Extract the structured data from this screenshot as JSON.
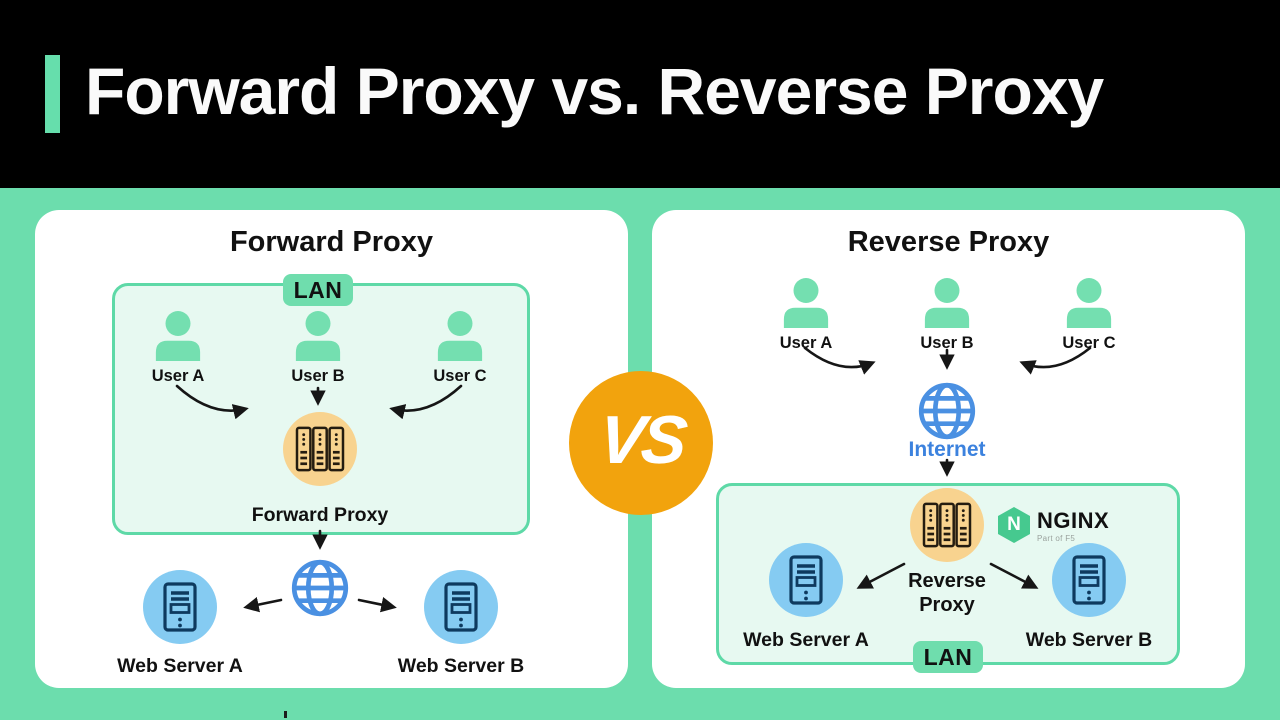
{
  "header": {
    "title": "Forward Proxy vs. Reverse Proxy"
  },
  "vs_badge": {
    "label": "VS"
  },
  "forward": {
    "title": "Forward Proxy",
    "lan_label": "LAN",
    "users": [
      {
        "label": "User A"
      },
      {
        "label": "User B"
      },
      {
        "label": "User C"
      }
    ],
    "proxy_label": "Forward Proxy",
    "servers": [
      {
        "label": "Web Server A"
      },
      {
        "label": "Web Server B"
      }
    ]
  },
  "reverse": {
    "title": "Reverse Proxy",
    "lan_label": "LAN",
    "users": [
      {
        "label": "User A"
      },
      {
        "label": "User B"
      },
      {
        "label": "User C"
      }
    ],
    "internet_label": "Internet",
    "proxy_label_line1": "Reverse",
    "proxy_label_line2": "Proxy",
    "nginx": {
      "initial": "N",
      "name": "NGINX",
      "tagline": "Part of F5"
    },
    "servers": [
      {
        "label": "Web Server A"
      },
      {
        "label": "Web Server B"
      }
    ]
  },
  "colors": {
    "background_teal": "#6CDDAD",
    "header_black": "#000000",
    "accent_teal": "#66DEAC",
    "panel_white": "#FFFFFF",
    "lan_fill": "#E7F9F1",
    "lan_border": "#5ED9A7",
    "lan_tab": "#6FDDAD",
    "user_green": "#74DFB0",
    "proxy_amber": "#F8D38F",
    "server_blue": "#85CBF2",
    "server_icon_navy": "#0E3A5F",
    "globe_blue": "#4A90E2",
    "internet_text_blue": "#3C82DE",
    "vs_gold": "#F2A30D",
    "nginx_green": "#46C98F",
    "arrow_black": "#161616"
  }
}
